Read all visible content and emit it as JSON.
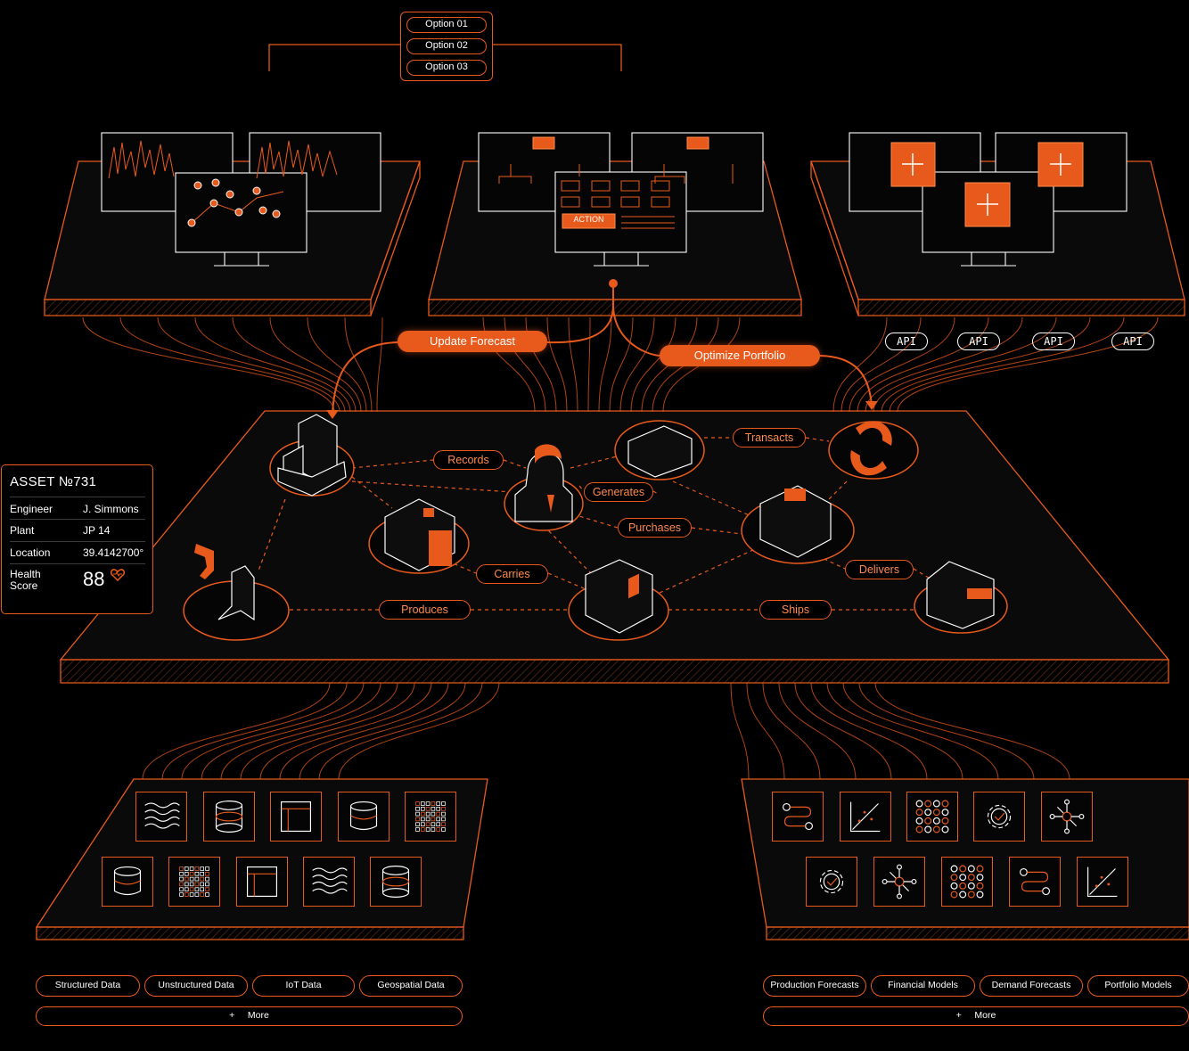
{
  "options": [
    "Option 01",
    "Option 02",
    "Option 03"
  ],
  "flow_pills": {
    "update_forecast": "Update Forecast",
    "optimize_portfolio": "Optimize Portfolio"
  },
  "api_labels": [
    "API",
    "API",
    "API",
    "API"
  ],
  "screen_action_label": "ACTION",
  "relations": {
    "records": "Records",
    "generates": "Generates",
    "transacts": "Transacts",
    "purchases": "Purchases",
    "carries": "Carries",
    "delivers": "Delivers",
    "produces": "Produces",
    "ships": "Ships"
  },
  "asset_card": {
    "title": "ASSET №731",
    "rows": [
      {
        "label": "Engineer",
        "value": "J. Simmons"
      },
      {
        "label": "Plant",
        "value": "JP 14"
      },
      {
        "label": "Location",
        "value": "39.4142700°"
      }
    ],
    "health_label_1": "Health",
    "health_label_2": "Score",
    "health_value": "88"
  },
  "data_sources": [
    "Structured Data",
    "Unstructured Data",
    "IoT Data",
    "Geospatial Data"
  ],
  "models": [
    "Production Forecasts",
    "Financial Models",
    "Demand Forecasts",
    "Portfolio Models"
  ],
  "more_label": "More",
  "plus_symbol": "+",
  "left_icons": [
    "waves-icon",
    "cylinder-icon",
    "window-icon",
    "bucket-icon",
    "grid-icon",
    "bucket-icon",
    "grid-icon",
    "window-icon",
    "waves-icon",
    "cylinder-icon"
  ],
  "right_icons": [
    "flow-icon",
    "scatter-icon",
    "network-grid-icon",
    "gear-check-icon",
    "hub-icon",
    "gear-check-icon",
    "hub-icon",
    "network-grid-icon",
    "flow-icon",
    "scatter-icon"
  ],
  "colors": {
    "accent": "#e85a1c",
    "background": "#000000",
    "text": "#ffffff"
  }
}
